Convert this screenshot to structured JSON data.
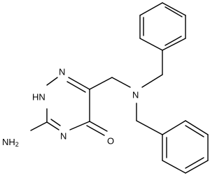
{
  "atom_labels": {
    "n_ring_top": "N",
    "nh_ring": "HN",
    "n_ring_bottom": "N",
    "amine": "NH2",
    "amine_main": "NH",
    "amine_sub": "2",
    "carbonyl_o": "O",
    "tertiary_n": "N"
  }
}
